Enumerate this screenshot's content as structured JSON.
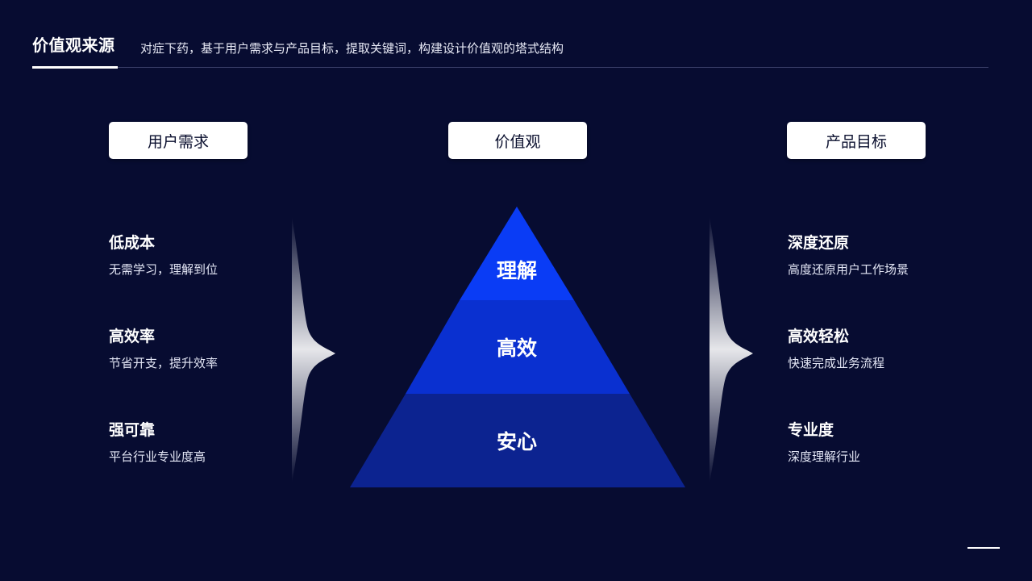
{
  "header": {
    "title": "价值观来源",
    "subtitle": "对症下药，基于用户需求与产品目标，提取关键词，构建设计价值观的塔式结构"
  },
  "columns": {
    "left": "用户需求",
    "center": "价值观",
    "right": "产品目标"
  },
  "user_needs": [
    {
      "title": "低成本",
      "desc": "无需学习，理解到位"
    },
    {
      "title": "高效率",
      "desc": "节省开支，提升效率"
    },
    {
      "title": "强可靠",
      "desc": "平台行业专业度高"
    }
  ],
  "product_goals": [
    {
      "title": "深度还原",
      "desc": "高度还原用户工作场景"
    },
    {
      "title": "高效轻松",
      "desc": "快速完成业务流程"
    },
    {
      "title": "专业度",
      "desc": "深度理解行业"
    }
  ],
  "pyramid": {
    "tiers": [
      "理解",
      "高效",
      "安心"
    ]
  },
  "colors": {
    "background": "#070c31",
    "tier_top": "#0a3cf5",
    "tier_mid": "#0a30d0",
    "tier_bottom": "#0c2390",
    "pill_bg": "#ffffff"
  }
}
